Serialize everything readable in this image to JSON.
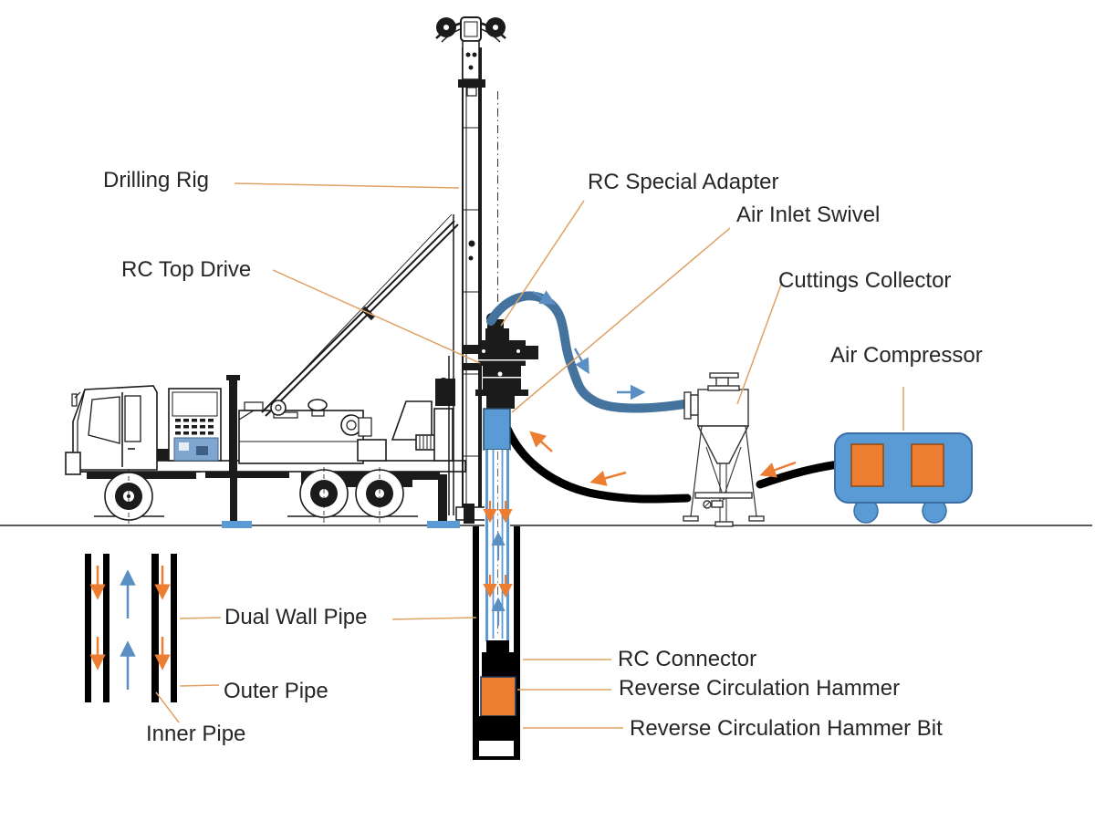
{
  "labels": {
    "drilling_rig": "Drilling Rig",
    "rc_top_drive": "RC Top Drive",
    "rc_special_adapter": "RC Special Adapter",
    "air_inlet_swivel": "Air Inlet Swivel",
    "cuttings_collector": "Cuttings Collector",
    "air_compressor": "Air Compressor",
    "dual_wall_pipe": "Dual Wall Pipe",
    "outer_pipe": "Outer Pipe",
    "inner_pipe": "Inner Pipe",
    "rc_connector": "RC Connector",
    "reverse_circulation_hammer": "Reverse Circulation Hammer",
    "reverse_circulation_hammer_bit": "Reverse Circulation Hammer Bit"
  },
  "colors": {
    "component_blue": "#5B9BD5",
    "component_orange": "#ED7D31",
    "hose_blue": "#44749E",
    "flow_arrow_orange": "#ED7D31",
    "flow_arrow_blue": "#5B8FC4",
    "leader_line_orange": "#DFA164",
    "line_art_black": "#1B1B1B",
    "ground_line_gray": "#5A5A5A"
  }
}
